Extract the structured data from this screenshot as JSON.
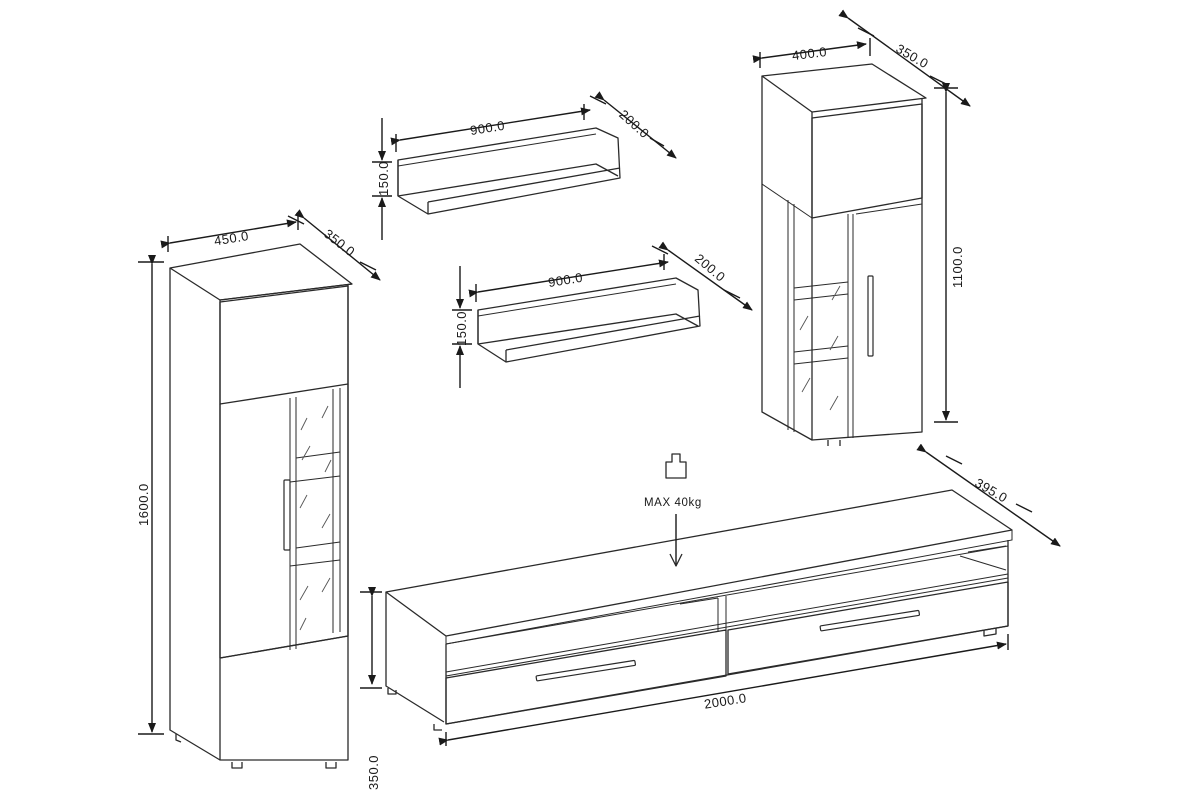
{
  "dimensions": {
    "shelf_top": {
      "width": "900.0",
      "depth": "200.0",
      "height": "150.0"
    },
    "shelf_bottom": {
      "width": "900.0",
      "depth": "200.0",
      "height": "150.0"
    },
    "tall_cabinet": {
      "width": "450.0",
      "depth": "350.0",
      "height": "1600.0"
    },
    "wall_cabinet": {
      "width": "400.0",
      "depth": "350.0",
      "height": "1100.0"
    },
    "tv_unit": {
      "width": "2000.0",
      "depth": "395.0",
      "height": "350.0"
    }
  },
  "load_note": {
    "icon": "weight-icon",
    "text": "MAX  40kg"
  },
  "colors": {
    "line": "#2a2a2a",
    "background": "#ffffff"
  }
}
